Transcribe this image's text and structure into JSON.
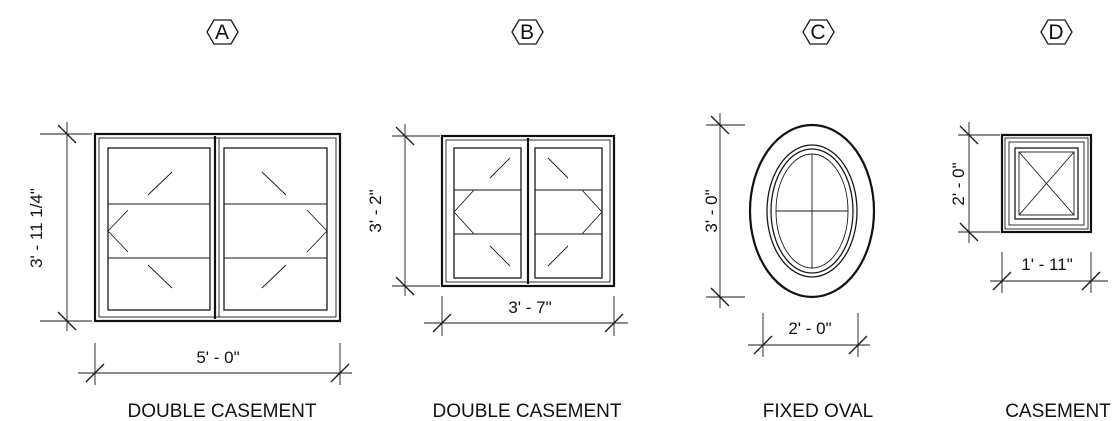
{
  "windows": [
    {
      "mark": "A",
      "type": "DOUBLE CASEMENT",
      "width": "5' - 0\"",
      "height": "3' - 11 1/4\""
    },
    {
      "mark": "B",
      "type": "DOUBLE CASEMENT",
      "width": "3' - 7\"",
      "height": "3' - 2\""
    },
    {
      "mark": "C",
      "type": "FIXED OVAL",
      "width": "2' - 0\"",
      "height": "3' - 0\""
    },
    {
      "mark": "D",
      "type": "CASEMENT",
      "width": "1' - 11\"",
      "height": "2' - 0\""
    }
  ]
}
